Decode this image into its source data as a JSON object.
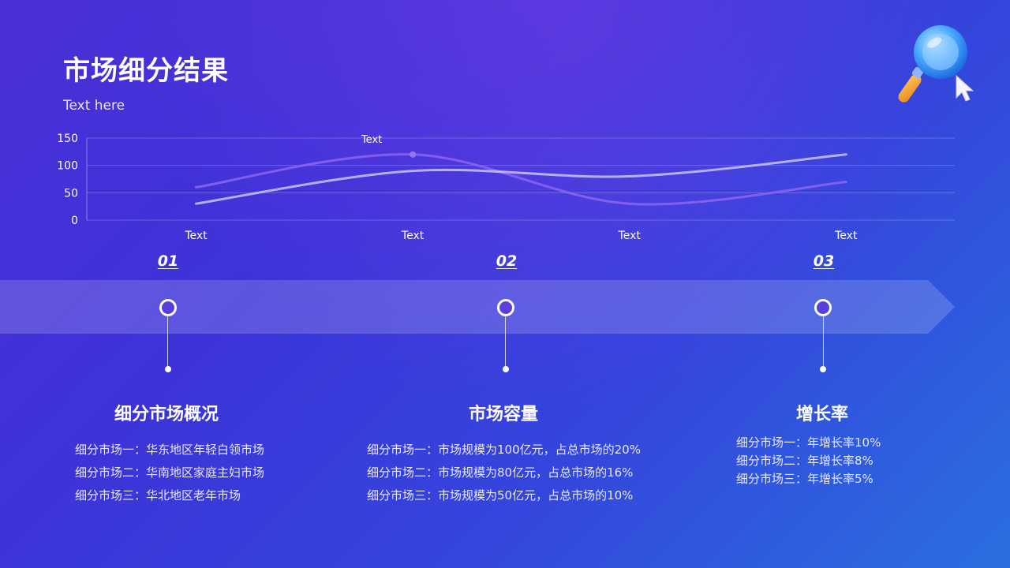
{
  "slide": {
    "title": "市场细分结果",
    "subtitle": "Text here"
  },
  "chart_data": {
    "type": "line",
    "categories": [
      "Text",
      "Text",
      "Text",
      "Text"
    ],
    "yticks": [
      0,
      50,
      100,
      150
    ],
    "ylim": [
      0,
      150
    ],
    "grid": true,
    "series": [
      {
        "values": [
          30,
          90,
          80,
          120
        ],
        "color": "#c9c6ff"
      },
      {
        "values": [
          60,
          120,
          30,
          70
        ],
        "color": "#8a63f0"
      }
    ],
    "annotation": {
      "text": "Text",
      "category_index": 1,
      "series_index": 1
    }
  },
  "timeline": {
    "steps": [
      {
        "num": "01",
        "heading": "细分市场概况",
        "lines": [
          "细分市场一：华东地区年轻白领市场",
          "细分市场二：华南地区家庭主妇市场",
          "细分市场三：华北地区老年市场"
        ]
      },
      {
        "num": "02",
        "heading": "市场容量",
        "lines": [
          "细分市场一：市场规模为100亿元，占总市场的20%",
          "细分市场二：市场规模为80亿元，占总市场的16%",
          "细分市场三：市场规模为50亿元，占总市场的10%"
        ]
      },
      {
        "num": "03",
        "heading": "增长率",
        "lines": [
          "细分市场一：年增长率10%",
          "细分市场二：年增长率8%",
          "细分市场三：年增长率5%"
        ]
      }
    ]
  },
  "decor": {
    "icon": "magnifier-cursor-icon",
    "accent": "#4aa8ff"
  }
}
